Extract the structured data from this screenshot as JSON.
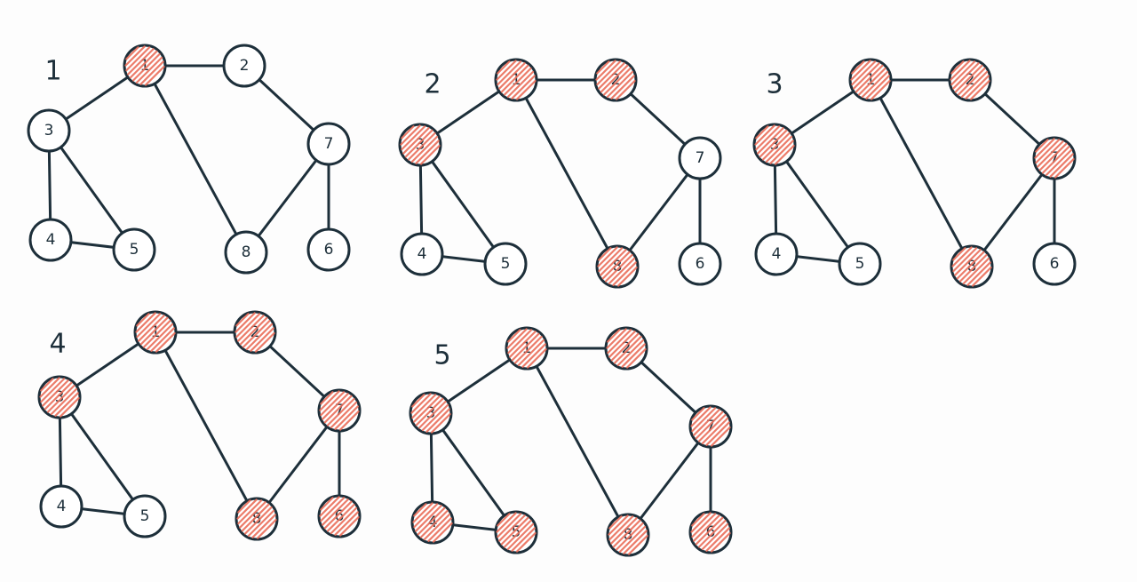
{
  "colors": {
    "ink": "#1d2f3a",
    "visited": "#ea6e5a",
    "background": "#fdfdfd"
  },
  "graph": {
    "nodes": [
      "1",
      "2",
      "3",
      "4",
      "5",
      "6",
      "7",
      "8"
    ],
    "edges": [
      [
        "1",
        "2"
      ],
      [
        "1",
        "3"
      ],
      [
        "1",
        "8"
      ],
      [
        "2",
        "7"
      ],
      [
        "3",
        "4"
      ],
      [
        "3",
        "5"
      ],
      [
        "4",
        "5"
      ],
      [
        "7",
        "8"
      ],
      [
        "7",
        "6"
      ]
    ]
  },
  "steps": [
    {
      "label": "1",
      "visited": [
        "1"
      ]
    },
    {
      "label": "2",
      "visited": [
        "1",
        "2",
        "3",
        "8"
      ]
    },
    {
      "label": "3",
      "visited": [
        "1",
        "2",
        "3",
        "8",
        "7"
      ]
    },
    {
      "label": "4",
      "visited": [
        "1",
        "2",
        "3",
        "8",
        "7",
        "6"
      ]
    },
    {
      "label": "5",
      "visited": [
        "1",
        "2",
        "3",
        "8",
        "7",
        "6",
        "4",
        "5"
      ]
    }
  ]
}
